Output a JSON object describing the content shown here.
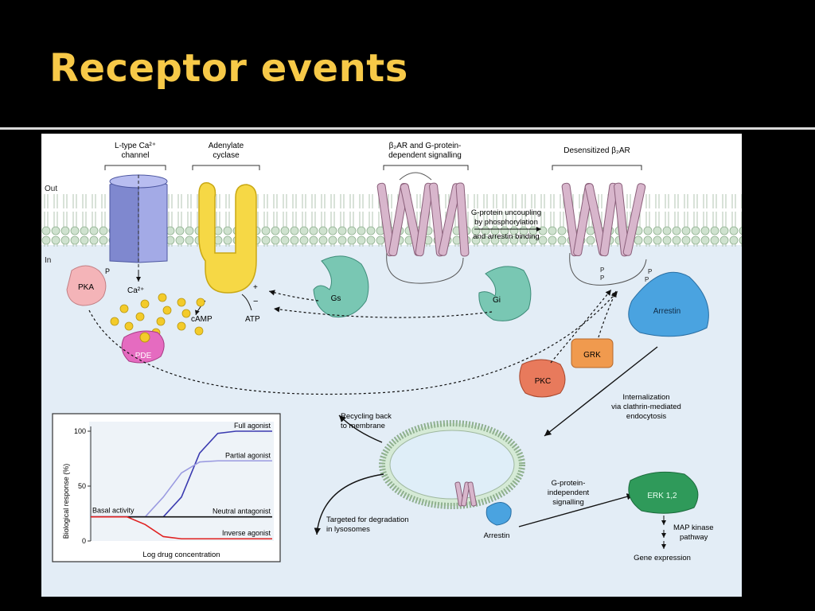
{
  "slide": {
    "title": "Receptor events"
  },
  "figure": {
    "compartments": {
      "out": "Out",
      "in": "In"
    },
    "headers": {
      "ltype_channel": [
        "L-type Ca²⁺",
        "channel"
      ],
      "adenylate_cyclase": [
        "Adenylate",
        "cyclase"
      ],
      "b2ar_signalling": [
        "β₂AR and G-protein-",
        "dependent signalling"
      ],
      "desensitized": "Desensitized β₂AR"
    },
    "uncoupling_label": [
      "G-protein uncoupling",
      "by phosphorylation",
      "and arrestin binding"
    ],
    "proteins": {
      "pka": "PKA",
      "pde": "PDE",
      "gs": "Gs",
      "gi": "Gi",
      "arrestin": "Arrestin",
      "grk": "GRK",
      "pkc": "PKC",
      "erk": "ERK 1,2",
      "arrestin_vesicle": "Arrestin"
    },
    "molecules": {
      "ca": "Ca²⁺",
      "camp": "cAMP",
      "atp": "ATP",
      "p": "P",
      "plus": "+",
      "minus": "−"
    },
    "internalization": [
      "Internalization",
      "via clathrin-mediated",
      "endocytosis"
    ],
    "recycling": [
      "Recycling back",
      "to membrane"
    ],
    "degradation": [
      "Targeted for degradation",
      "in lysosomes"
    ],
    "gprotein_independent": [
      "G-protein-",
      "independent",
      "signalling"
    ],
    "map_kinase": [
      "MAP kinase",
      "pathway"
    ],
    "gene_expression": "Gene expression"
  },
  "colors": {
    "title": "#f7c948",
    "membrane": "#cfe2cf",
    "cytoplasm": "#e3edf6",
    "receptor": "#d8b6cc",
    "channel": "#8c94d8",
    "cyclase": "#f6d845",
    "pka": "#f4b4b8",
    "pde": "#e56bc0",
    "gprotein": "#79c7b3",
    "arrestin": "#4aa3e0",
    "kinase": "#e87a5c",
    "erk": "#2f9a5a"
  },
  "chart_data": {
    "type": "line",
    "title": "",
    "xlabel": "Log drug concentration",
    "ylabel": "Biological response (%)",
    "ylim": [
      0,
      100
    ],
    "yticks": [
      0,
      50,
      100
    ],
    "x": [
      0,
      1,
      2,
      3,
      4,
      5,
      6,
      7,
      8,
      9,
      10
    ],
    "basal_label": "Basal activity",
    "series": [
      {
        "name": "Full agonist",
        "values": [
          22,
          22,
          22,
          22,
          22,
          40,
          80,
          98,
          100,
          100,
          100
        ],
        "color": "#3b3bb0"
      },
      {
        "name": "Partial agonist",
        "values": [
          22,
          22,
          22,
          22,
          40,
          62,
          72,
          73,
          73,
          73,
          73
        ],
        "color": "#9a9ae0"
      },
      {
        "name": "Neutral antagonist",
        "values": [
          22,
          22,
          22,
          22,
          22,
          22,
          22,
          22,
          22,
          22,
          22
        ],
        "color": "#111111"
      },
      {
        "name": "Inverse agonist",
        "values": [
          22,
          22,
          22,
          15,
          4,
          2,
          2,
          2,
          2,
          2,
          2
        ],
        "color": "#e02020"
      }
    ]
  }
}
